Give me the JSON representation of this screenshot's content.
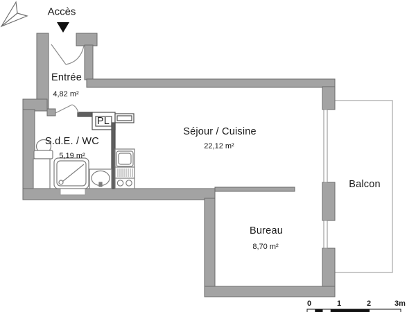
{
  "plan": {
    "access_label": "Accès",
    "rooms": {
      "entree": {
        "name": "Entrée",
        "area": "4,82 m²"
      },
      "sde_wc": {
        "name": "S.d.E. / WC",
        "area": "5,19 m²"
      },
      "placard": {
        "name": "PL"
      },
      "sejour_cuisine": {
        "name": "Séjour / Cuisine",
        "area": "22,12 m²"
      },
      "bureau": {
        "name": "Bureau",
        "area": "8,70 m²"
      },
      "balcon": {
        "name": "Balcon"
      }
    },
    "scale_bar": {
      "ticks": [
        "0",
        "1",
        "2",
        "3m"
      ]
    },
    "icons": [
      "north-arrow-icon",
      "entrance-arrow-icon",
      "entrance-door-icon",
      "interior-door-icon",
      "toilet-icon",
      "shower-icon",
      "washbasin-icon",
      "bathroom-cabinet-icon",
      "kitchen-unit-icon",
      "window-sejour",
      "window-bureau"
    ],
    "colors": {
      "wall_fill": "#a3a3a3",
      "wall_edge": "#6b6b6b",
      "partition": "#5f5f5f",
      "fixture_line": "#7d7d7d",
      "balcony_line": "#b8b8b8",
      "text": "#1a1a1a",
      "scale_black": "#111111",
      "background": "#ffffff"
    }
  }
}
